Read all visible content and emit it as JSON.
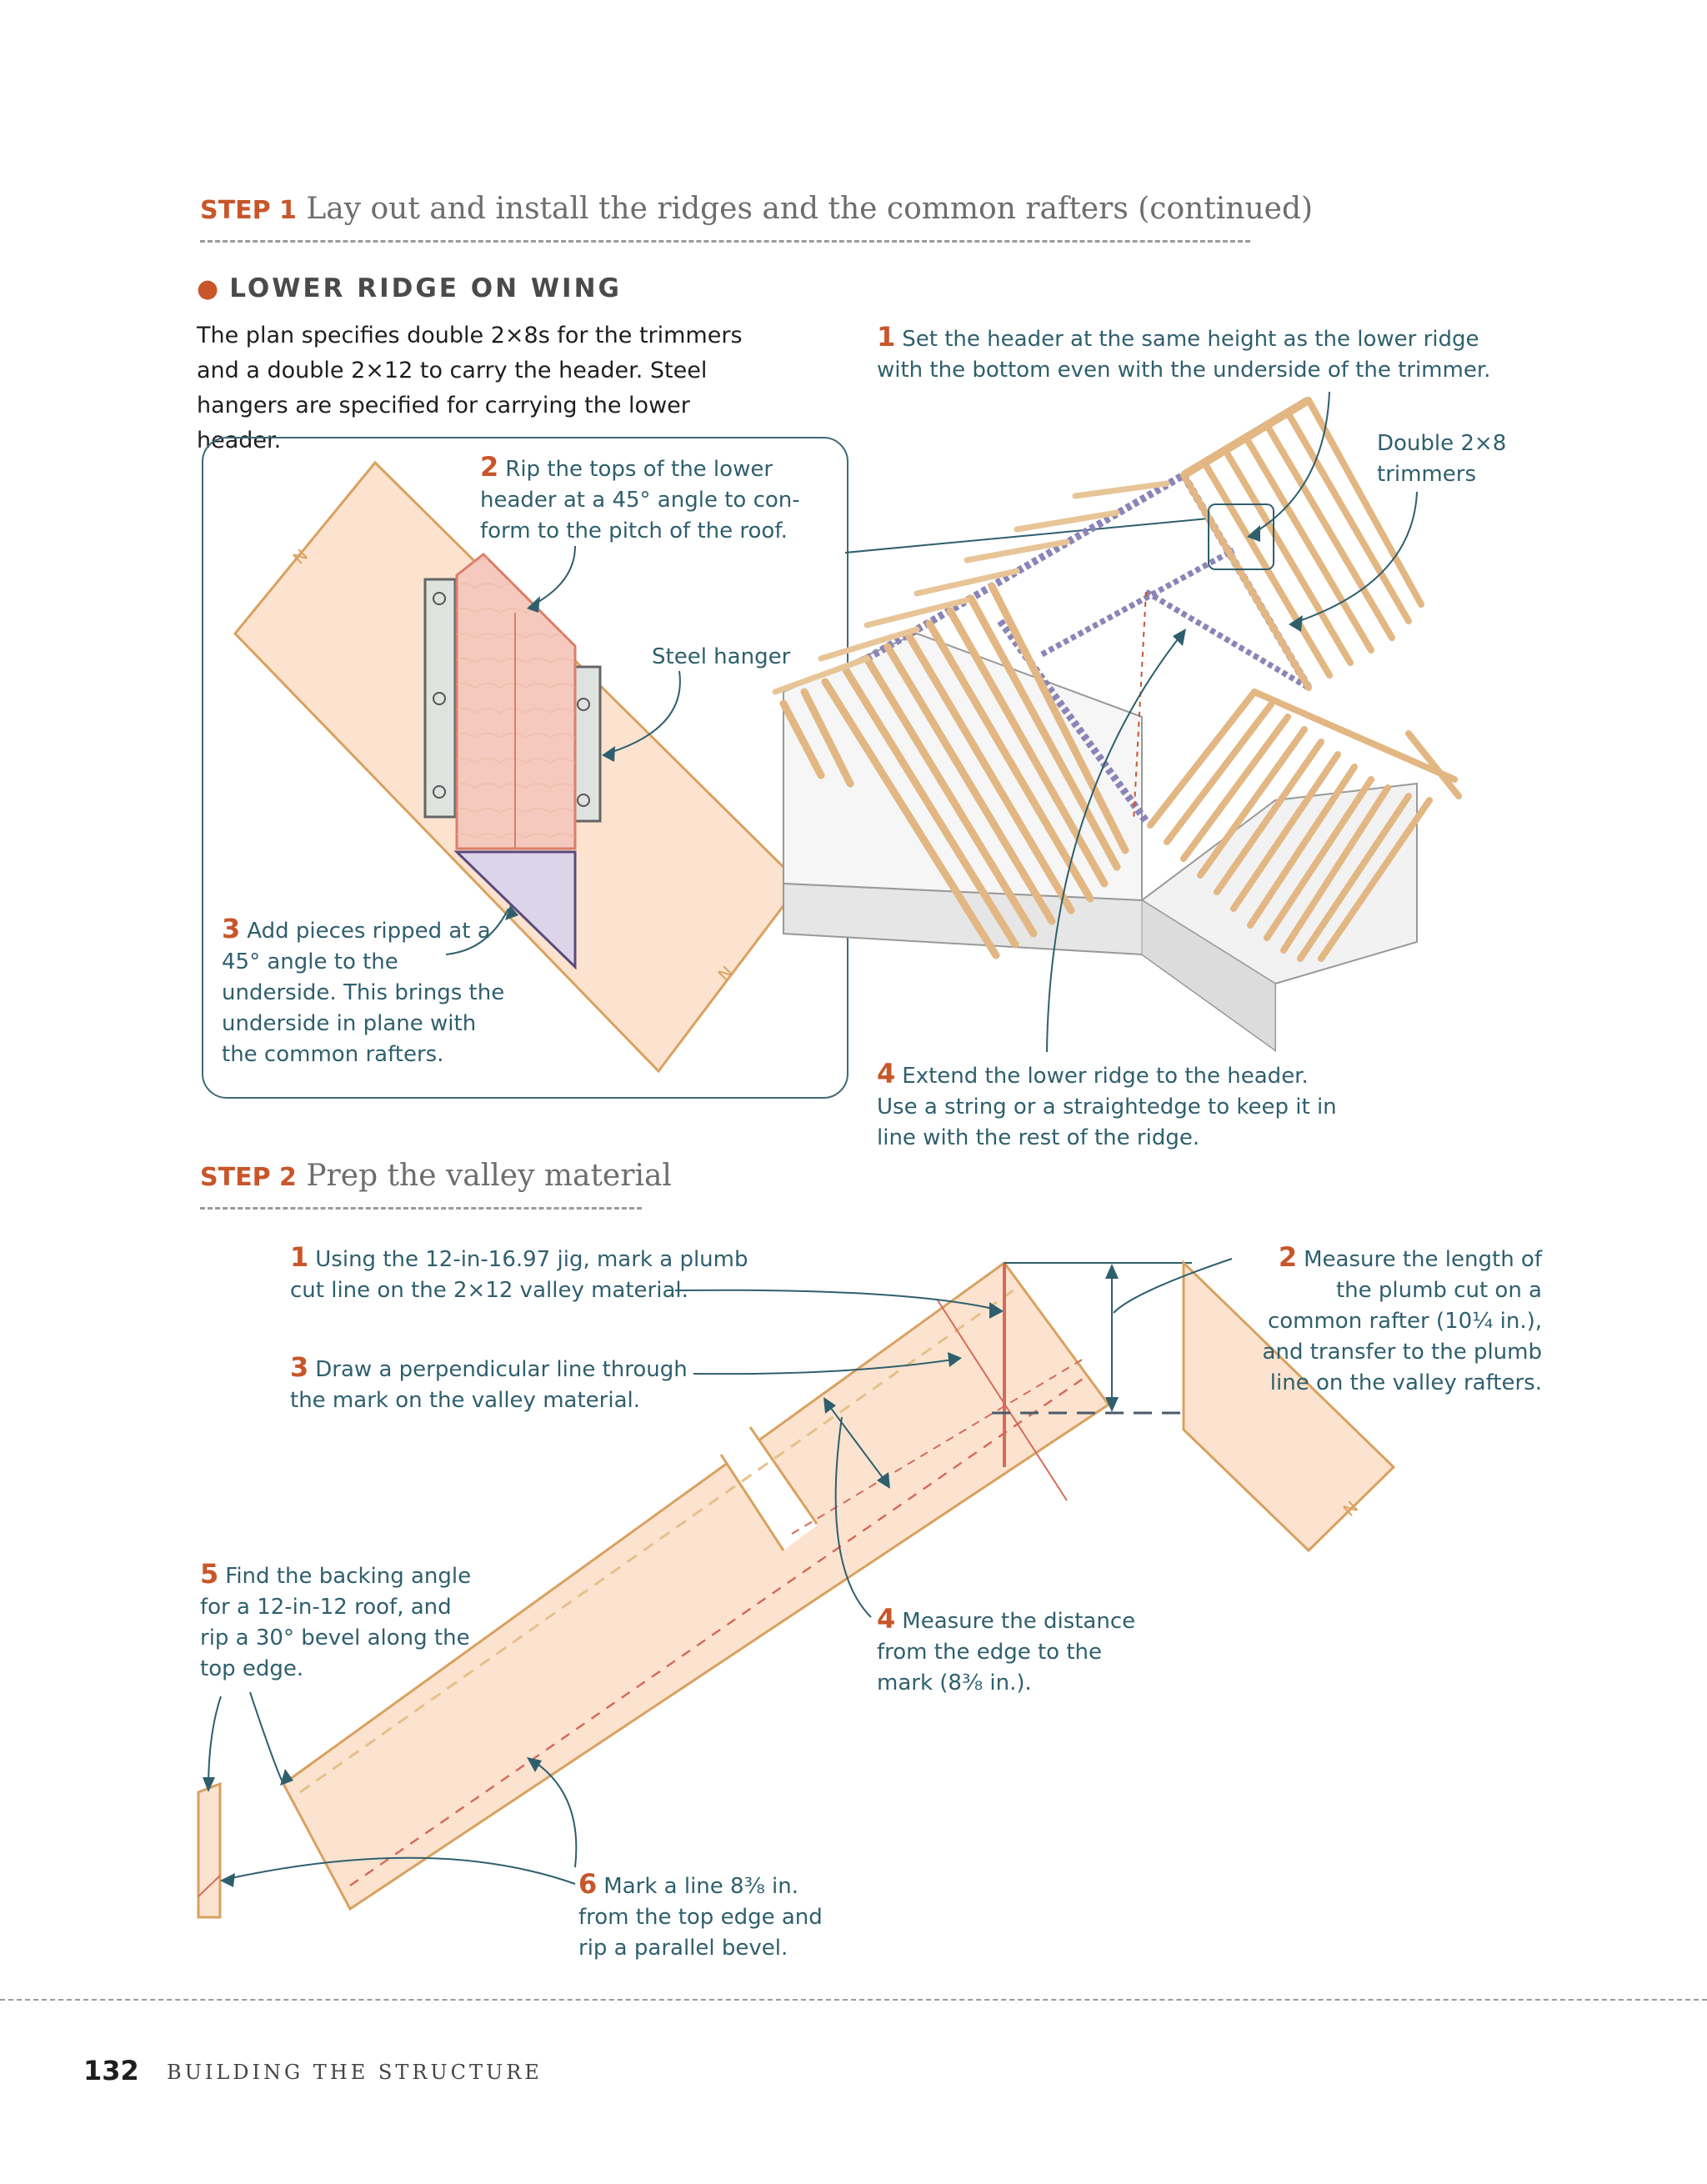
{
  "step1": {
    "tag": "STEP 1",
    "title": "Lay out and install the ridges and the common rafters (continued)"
  },
  "subsection": {
    "title": "LOWER RIDGE ON WING"
  },
  "intro_text": "The plan specifies double 2×8s for the trimmers and a double 2×12 to carry the header. Steel hangers are specified for carrying the lower header.",
  "inset_callouts": {
    "c2": {
      "num": "2",
      "text": "Rip the tops of the lower header at a 45° angle to con-form to the pitch of the roof."
    },
    "steel_hanger": "Steel hanger",
    "c3": {
      "num": "3",
      "text": "Add pieces ripped at a 45° angle to the underside. This brings the underside in plane with the common rafters."
    }
  },
  "roof_callouts": {
    "c1": {
      "num": "1",
      "text": "Set the header at the same height as the lower ridge with the bottom even with the underside of the trimmer."
    },
    "trimmers": "Double 2×8 trimmers",
    "c4": {
      "num": "4",
      "text": "Extend the lower ridge to the header. Use a string or a straightedge to keep it in line with the rest of the ridge."
    }
  },
  "step2": {
    "tag": "STEP 2",
    "title": "Prep the valley material",
    "callouts": {
      "c1": {
        "num": "1",
        "text": "Using the 12-in-16.97 jig, mark a plumb cut line on the 2×12 valley material."
      },
      "c2": {
        "num": "2",
        "text": "Measure the length of the plumb cut on a common rafter (10¼ in.), and transfer to the plumb line on the valley rafters."
      },
      "c3": {
        "num": "3",
        "text": "Draw a  perpendicular line through the mark on the valley material."
      },
      "c4": {
        "num": "4",
        "text": "Measure the distance from the edge to the mark (8⅜ in.)."
      },
      "c5": {
        "num": "5",
        "text": "Find the backing angle for a 12-in-12 roof, and rip a 30° bevel along the top edge."
      },
      "c6": {
        "num": "6",
        "text": "Mark a line 8⅜ in. from the top edge and rip a parallel bevel."
      }
    }
  },
  "footer": {
    "page_number": "132",
    "section": "BUILDING THE STRUCTURE"
  },
  "colors": {
    "accent": "#c8562a",
    "callout_text": "#2f5f6d",
    "wood": "#f6d9bf",
    "wood_edge": "#d9a15f"
  }
}
